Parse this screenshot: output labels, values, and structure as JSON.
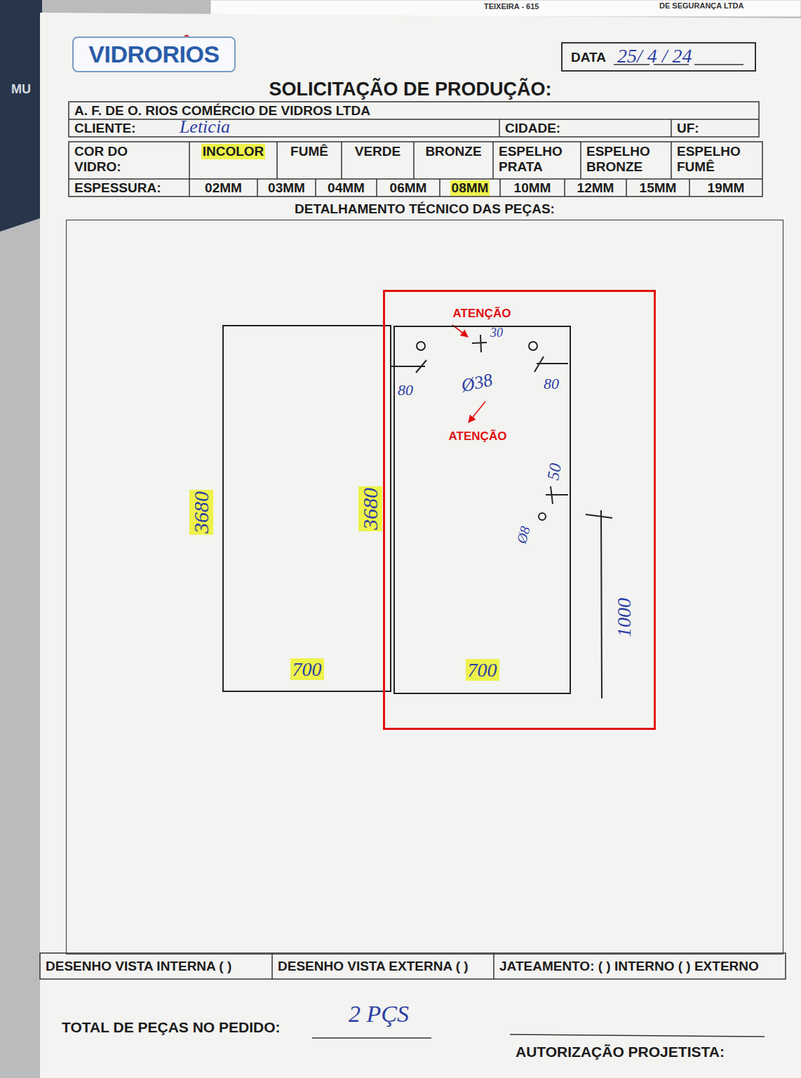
{
  "diagram": {
    "title": "SOLICITAÇÃO DE PRODUÇÃO:",
    "nodes": [
      {
        "text": [
          "VIDRORIOS"
        ]
      },
      {
        "text": [
          "DATA",
          "25/ 4 / 24"
        ]
      },
      {
        "text": [
          "DETALHAMENTO TÉCNICO DAS PEÇAS:"
        ]
      },
      {
        "text": [
          "700"
        ],
        "in": 2
      },
      {
        "text": [
          "ATENÇÃO",
          "ATENÇÃO"
        ],
        "in": 2
      },
      {
        "text": [
          "700"
        ],
        "in": 4
      }
    ],
    "labels": [
      "MU",
      "TEIXEIRA - 615",
      "DE SEGURANÇA LTDA",
      "A. F. DE O. RIOS COMÉRCIO DE VIDROS LTDA",
      "CLIENTE:",
      "Leticia",
      "CIDADE:",
      "UF:",
      "COR DO VIDRO:",
      "INCOLOR",
      "FUMÊ",
      "VERDE",
      "BRONZE",
      "ESPELHO PRATA",
      "ESPELHO BRONZE",
      "ESPELHO FUMÊ",
      "ESPESSURA:",
      "02MM",
      "03MM",
      "04MM",
      "06MM",
      "08MM",
      "10MM",
      "12MM",
      "15MM",
      "19MM",
      "3680",
      "3680",
      "30",
      "Ø38",
      "80",
      "80",
      "50",
      "Ø8",
      "1000",
      "DESENHO VISTA INTERNA ( )",
      "DESENHO VISTA EXTERNA ( )",
      "JATEAMENTO: ( ) INTERNO ( ) EXTERNO",
      "TOTAL DE PEÇAS NO PEDIDO:",
      "2 PÇS",
      "AUTORIZAÇÃO PROJETISTA:"
    ]
  }
}
